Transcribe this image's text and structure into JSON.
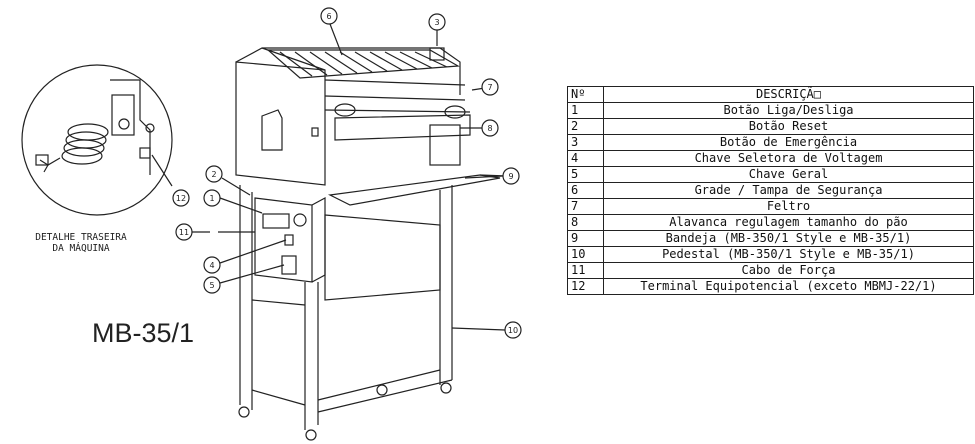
{
  "model": "MB-35/1",
  "detail_label": [
    "DETALHE TRASEIRA",
    "DA MÁQUINA"
  ],
  "callouts": [
    "1",
    "2",
    "3",
    "4",
    "5",
    "6",
    "7",
    "8",
    "9",
    "10",
    "11",
    "12"
  ],
  "table": {
    "headers": [
      "Nº",
      "DESCRIÇÃ□"
    ],
    "rows": [
      {
        "num": "1",
        "desc": "Botão Liga/Desliga"
      },
      {
        "num": "2",
        "desc": "Botão Reset"
      },
      {
        "num": "3",
        "desc": "Botão de Emergência"
      },
      {
        "num": "4",
        "desc": "Chave Seletora de Voltagem"
      },
      {
        "num": "5",
        "desc": "Chave Geral"
      },
      {
        "num": "6",
        "desc": "Grade / Tampa de Segurança"
      },
      {
        "num": "7",
        "desc": "Feltro"
      },
      {
        "num": "8",
        "desc": "Alavanca regulagem tamanho do pão"
      },
      {
        "num": "9",
        "desc": "Bandeja (MB-350/1 Style e MB-35/1)"
      },
      {
        "num": "10",
        "desc": "Pedestal (MB-350/1 Style e MB-35/1)"
      },
      {
        "num": "11",
        "desc": "Cabo de Força"
      },
      {
        "num": "12",
        "desc": "Terminal Equipotencial (exceto MBMJ-22/1)"
      }
    ]
  }
}
